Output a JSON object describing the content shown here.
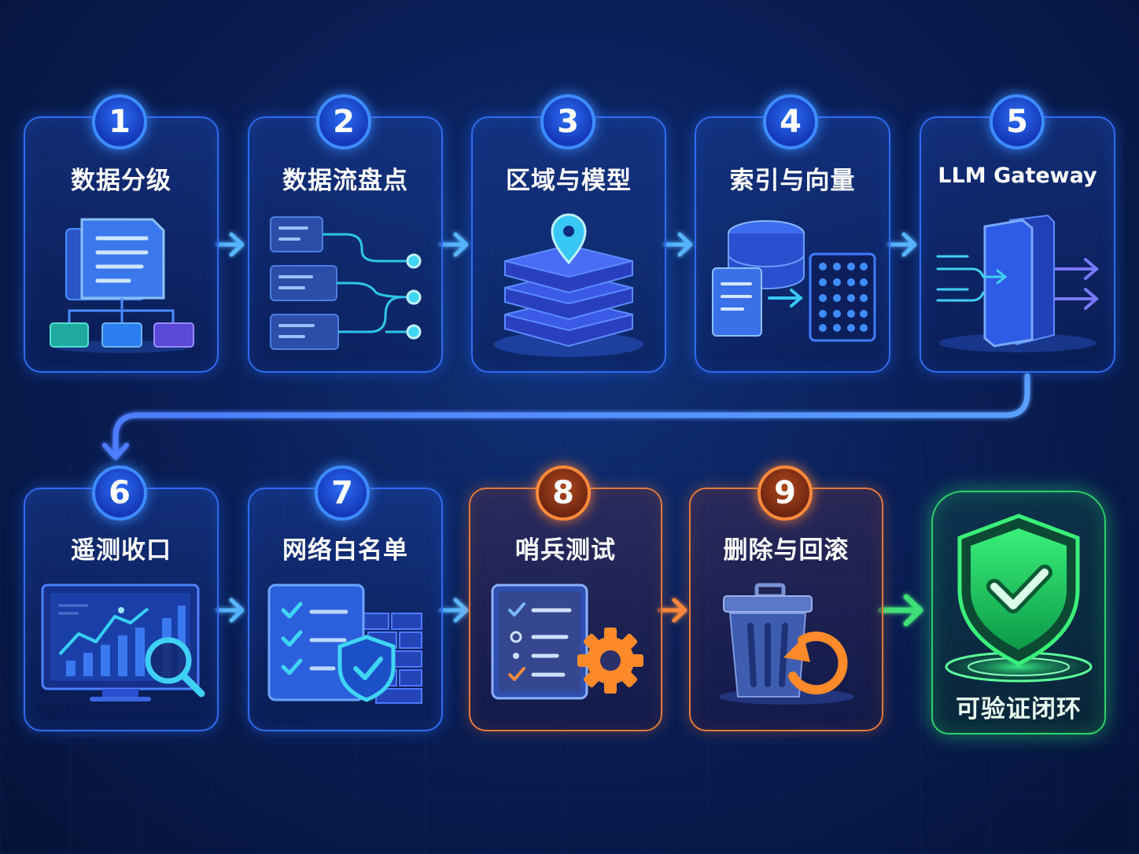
{
  "steps": [
    {
      "number": "1",
      "title": "数据分级",
      "icon": "document-hierarchy-icon"
    },
    {
      "number": "2",
      "title": "数据流盘点",
      "icon": "data-flow-icon"
    },
    {
      "number": "3",
      "title": "区域与模型",
      "icon": "region-stack-icon"
    },
    {
      "number": "4",
      "title": "索引与向量",
      "icon": "index-vector-icon"
    },
    {
      "number": "5",
      "title": "LLM Gateway",
      "icon": "gateway-icon"
    },
    {
      "number": "6",
      "title": "遥测收口",
      "icon": "telemetry-monitor-icon"
    },
    {
      "number": "7",
      "title": "网络白名单",
      "icon": "network-allowlist-icon"
    },
    {
      "number": "8",
      "title": "哨兵测试",
      "icon": "sentinel-test-icon"
    },
    {
      "number": "9",
      "title": "删除与回滚",
      "icon": "delete-rollback-icon"
    }
  ],
  "goal": {
    "title": "可验证闭环",
    "icon": "shield-check-icon"
  },
  "colors": {
    "accent_blue": "#2f6cf0",
    "accent_orange": "#e07a3a",
    "accent_green": "#2fcf6a",
    "background": "#0a1f58"
  }
}
